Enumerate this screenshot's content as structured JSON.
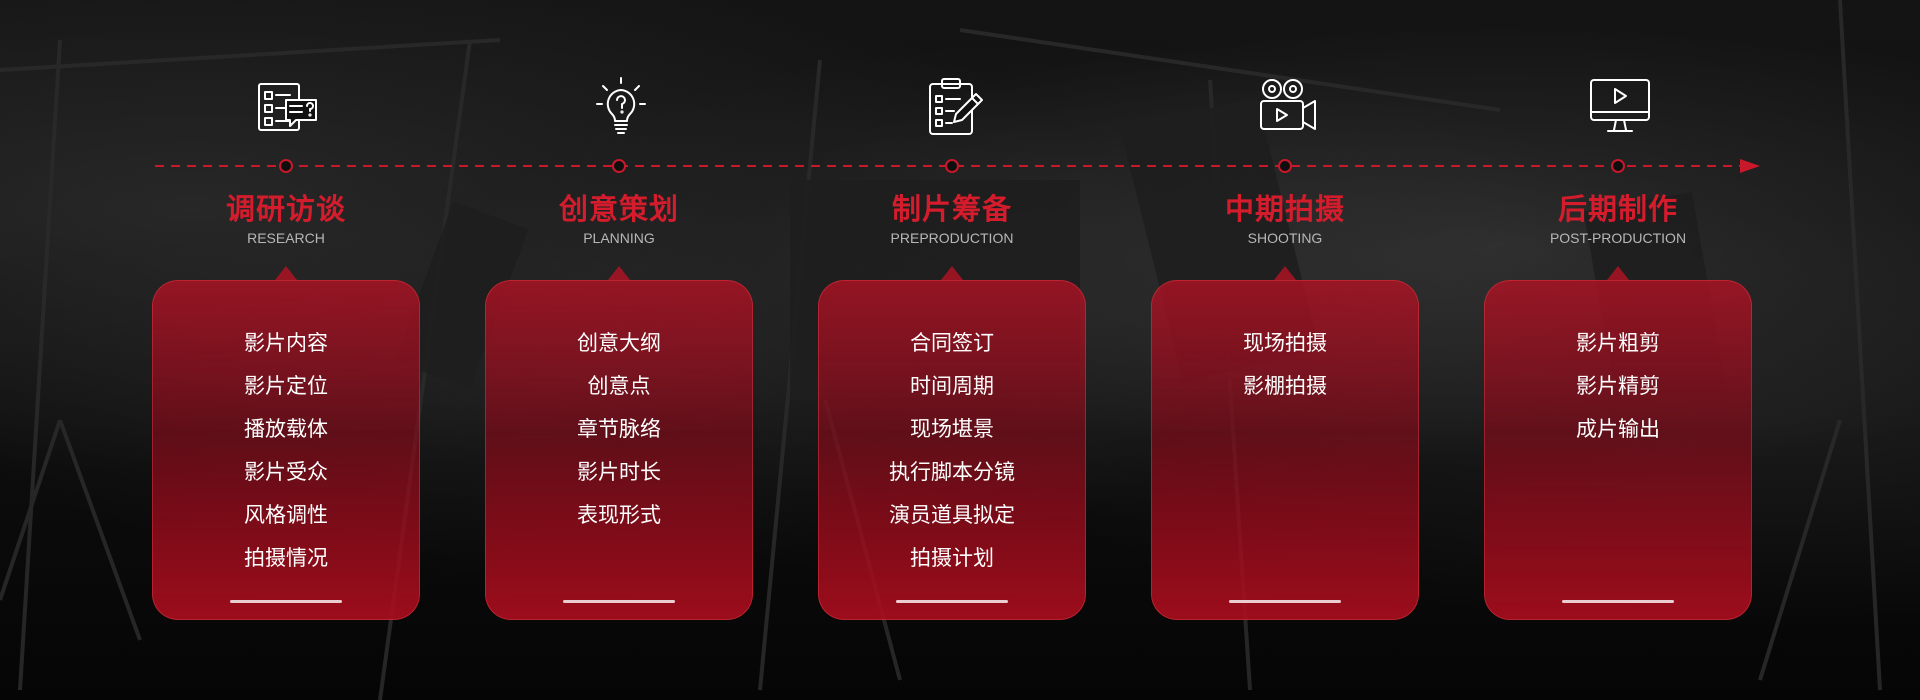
{
  "colors": {
    "accent": "#d41c2c",
    "card": "#b21224",
    "text": "#ffffff",
    "subtitle": "#b7b7b7"
  },
  "stages": [
    {
      "title": "调研访谈",
      "subtitle": "RESEARCH",
      "icon": "survey-form-icon",
      "items": [
        "影片内容",
        "影片定位",
        "播放载体",
        "影片受众",
        "风格调性",
        "拍摄情况"
      ]
    },
    {
      "title": "创意策划",
      "subtitle": "PLANNING",
      "icon": "lightbulb-idea-icon",
      "items": [
        "创意大纲",
        "创意点",
        "章节脉络",
        "影片时长",
        "表现形式"
      ]
    },
    {
      "title": "制片筹备",
      "subtitle": "PREPRODUCTION",
      "icon": "clipboard-pen-icon",
      "items": [
        "合同签订",
        "时间周期",
        "现场堪景",
        "执行脚本分镜",
        "演员道具拟定",
        "拍摄计划"
      ]
    },
    {
      "title": "中期拍摄",
      "subtitle": "SHOOTING",
      "icon": "movie-camera-icon",
      "items": [
        "现场拍摄",
        "影棚拍摄"
      ]
    },
    {
      "title": "后期制作",
      "subtitle": "POST-PRODUCTION",
      "icon": "monitor-play-icon",
      "items": [
        "影片粗剪",
        "影片精剪",
        "成片输出"
      ]
    }
  ]
}
